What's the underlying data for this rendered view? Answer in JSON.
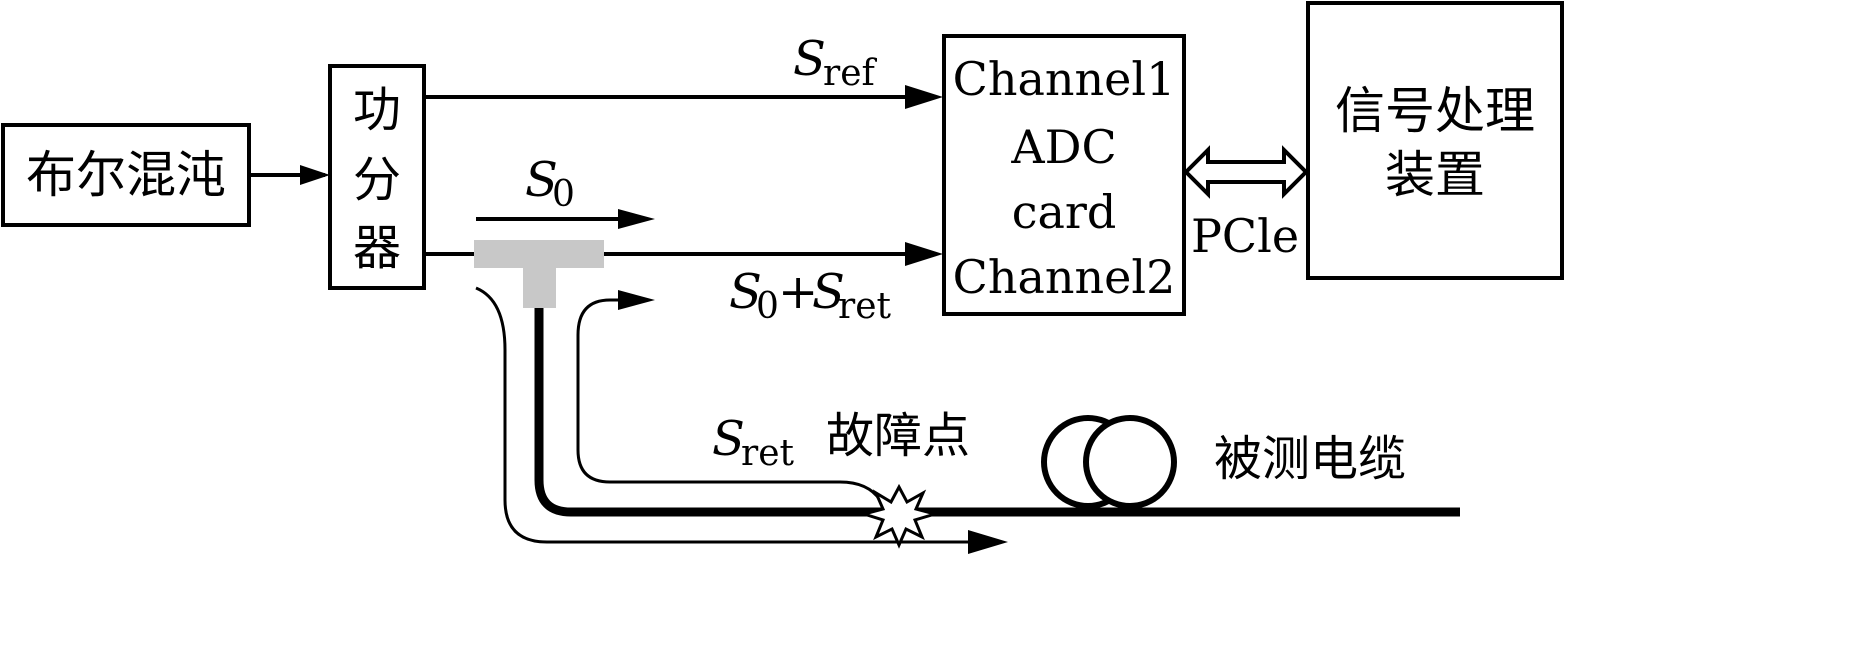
{
  "blocks": {
    "chaos_source": "布尔混沌",
    "splitter": [
      "功",
      "分",
      "器"
    ],
    "adc": [
      "Channel1",
      "ADC",
      "card",
      "Channel2"
    ],
    "processor": [
      "信号处理",
      "装置"
    ]
  },
  "signals": {
    "s_ref": {
      "base": "S",
      "sub": "ref"
    },
    "s_0": {
      "base": "S",
      "sub": "0"
    },
    "s_0_plus_s_ret": {
      "base1": "S",
      "sub1": "0",
      "plus": "+",
      "base2": "S",
      "sub2": "ret"
    },
    "s_ret": {
      "base": "S",
      "sub": "ret"
    }
  },
  "labels": {
    "bus": "PCle",
    "fault": "故障点",
    "cable": "被测电缆"
  },
  "colors": {
    "line": "#000000",
    "coupler": "#c8c8c8",
    "background": "#ffffff"
  }
}
